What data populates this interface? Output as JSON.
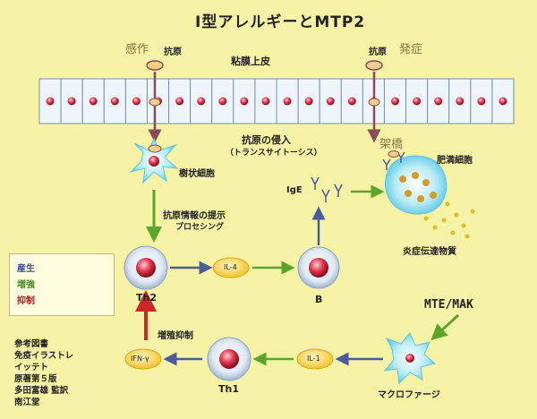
{
  "title": "Ⅰ型アレルギーとMTP2",
  "labels": {
    "epithelium": "粘膜上皮",
    "antigen_left": "抗原",
    "antigen_right": "抗原",
    "invasion": "抗原の侵入",
    "transcytosis": "（トランスサイトーシス）",
    "dendritic": "樹状細胞",
    "antigen_presentation": "抗原情報の提示",
    "processing": "プロセシング",
    "mast_cell": "肥満細胞",
    "ige": "IgE",
    "mediators": "炎症伝達物質",
    "th2": "Th2",
    "il4": "IL-4",
    "b": "B",
    "th1": "Th1",
    "il1": "IL-1",
    "ifn": "IFN-γ",
    "inhibit_growth": "増殖抑制",
    "mte": "MTE/MAK",
    "macrophage": "マクロファージ"
  },
  "legend": {
    "items": [
      {
        "label": "産生",
        "color": "#4a5a9a"
      },
      {
        "label": "増強",
        "color": "#5aa52a"
      },
      {
        "label": "抑制",
        "color": "#c82828"
      }
    ]
  },
  "reference": [
    "参考図書",
    "免疫イラストレ",
    "イッテト",
    "原著第５版",
    "多田富雄 監訳",
    "南江堂"
  ],
  "handwritten": {
    "left": "感作",
    "right": "発症",
    "right2": "架橋"
  },
  "colors": {
    "background": "#f7f3a6",
    "produce": "#4a5a9a",
    "enhance": "#5aa52a",
    "suppress": "#c82828",
    "antigen_arrow": "#8a4a5a"
  }
}
